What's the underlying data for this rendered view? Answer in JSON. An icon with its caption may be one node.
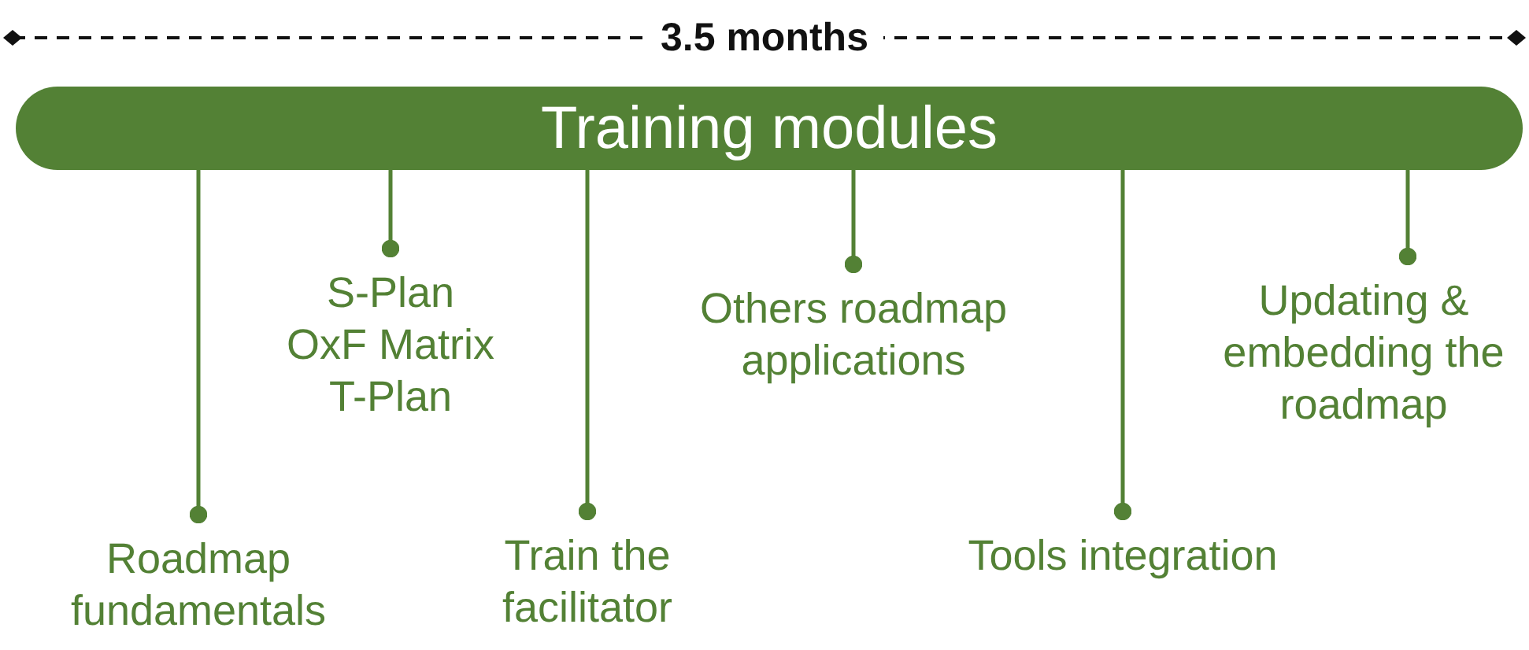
{
  "diagram": {
    "nodes": [
      {
        "text": [
          "Training modules"
        ]
      },
      {
        "text": [
          "Roadmap fundamentals"
        ]
      },
      {
        "text": [
          "S-Plan",
          "OxF Matrix",
          "T-Plan"
        ]
      },
      {
        "text": [
          "Train the facilitator"
        ]
      },
      {
        "text": [
          "Others roadmap applications"
        ]
      },
      {
        "text": [
          "Tools integration"
        ]
      },
      {
        "text": [
          "Updating & embedding the roadmap"
        ]
      }
    ],
    "edges": [
      {
        "from": 0,
        "to": 1,
        "arrow": "other"
      },
      {
        "from": 0,
        "to": 2,
        "arrow": "other"
      },
      {
        "from": 0,
        "to": 3,
        "arrow": "other"
      },
      {
        "from": 0,
        "to": 4,
        "arrow": "other"
      },
      {
        "from": 0,
        "to": 5,
        "arrow": "other"
      },
      {
        "from": 0,
        "to": 6,
        "arrow": "other"
      }
    ],
    "labels": [
      "3.5 months"
    ]
  }
}
